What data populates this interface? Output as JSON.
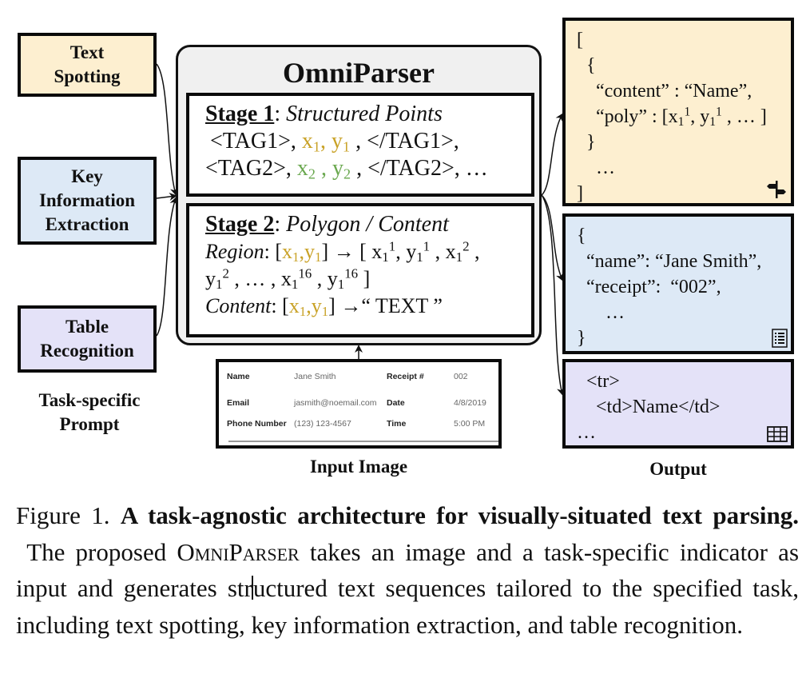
{
  "prompts": {
    "items": [
      {
        "id": "text-spotting",
        "line1": "Text",
        "line2": "Spotting",
        "color": "#fdefd0"
      },
      {
        "id": "key-information-extraction",
        "line1": "Key",
        "line2": "Information",
        "line3": "Extraction",
        "color": "#dde9f6"
      },
      {
        "id": "table-recognition",
        "line1": "Table",
        "line2": "Recognition",
        "color": "#e4e2f8"
      }
    ],
    "caption_line1": "Task-specific",
    "caption_line2": "Prompt"
  },
  "omniparser": {
    "title": "OmniParser",
    "stage1": {
      "label": "Stage 1",
      "sep": ":",
      "subtitle": "Structured Points",
      "line1": {
        "open": "<TAG1>, ",
        "x": "x",
        "xsub": "1",
        "comma": ", ",
        "y": "y",
        "ysub": "1",
        "close": " , </TAG1>,"
      },
      "line2": {
        "open": "<TAG2>, ",
        "x": "x",
        "xsub": "2",
        "comma": " , ",
        "y": "y",
        "ysub": "2",
        "close": " , </TAG2>, …"
      }
    },
    "stage2": {
      "label": "Stage 2",
      "sep": ":",
      "subtitle": "Polygon / Content",
      "region_label": "Region",
      "content_label": "Content",
      "arrow": "→",
      "text_result": "“ TEXT ”"
    }
  },
  "input_image": {
    "caption": "Input Image",
    "rows": [
      {
        "k1": "Name",
        "v1": "Jane Smith",
        "k2": "Receipt #",
        "v2": "002"
      },
      {
        "k1": "Email",
        "v1": "jasmith@noemail.com",
        "k2": "Date",
        "v2": "4/8/2019"
      },
      {
        "k1": "Phone Number",
        "v1": "(123) 123-4567",
        "k2": "Time",
        "v2": "5:00 PM"
      }
    ]
  },
  "outputs": {
    "caption": "Output",
    "text_spotting": {
      "lines": [
        "[",
        "  {",
        "    “content” : “Name”,",
        "    “poly” : [x",
        "  }",
        "    …",
        "]"
      ],
      "icon": "signpost-icon"
    },
    "kie": {
      "lines": [
        "{",
        "  “name”: “Jane Smith”,",
        "  “receipt”:  “002”,",
        "      …",
        "}"
      ],
      "icon": "list-icon"
    },
    "table": {
      "lines": [
        "  <tr>",
        "    <td>Name</td>",
        "…"
      ],
      "icon": "table-icon"
    }
  },
  "figure_caption": {
    "label": "Figure 1.",
    "title": "A task-agnostic architecture for visually-situated text parsing.",
    "body_pre": "The proposed ",
    "name": "OmniParser",
    "body_a": " takes an image and a task-specific indicator as input and generates str",
    "body_b": "uctured text sequences tailored to the specified task, including text spotting, key information extraction, and table recognition."
  }
}
